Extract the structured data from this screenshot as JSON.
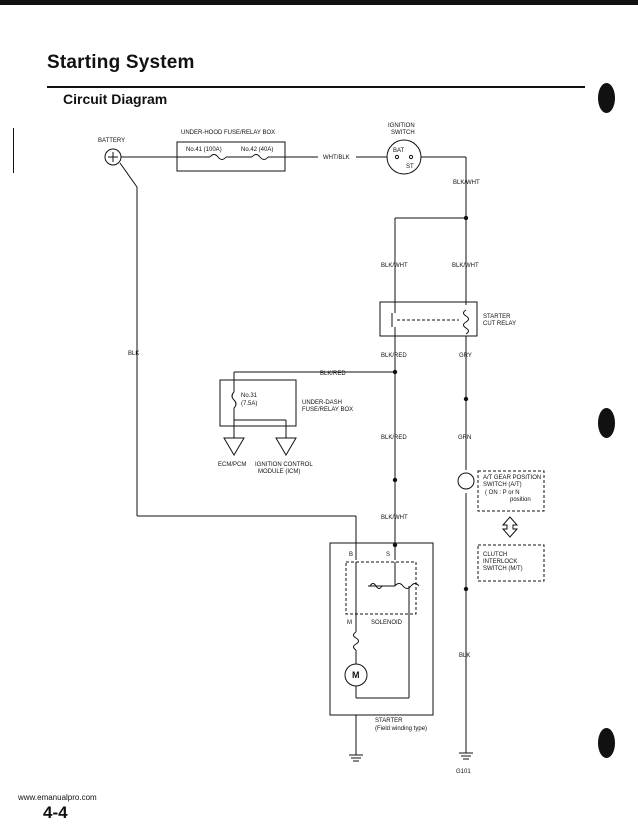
{
  "header": {
    "title": "Starting System",
    "subtitle": "Circuit Diagram"
  },
  "diagram": {
    "labels": {
      "battery": "BATTERY",
      "under_hood_box": "UNDER-HOOD FUSE/RELAY BOX",
      "fuse_41": "No.41 (100A)",
      "fuse_42": "No.42 (40A)",
      "ignition_switch_1": "IGNITION",
      "ignition_switch_2": "SWITCH",
      "bat": "BAT",
      "st": "ST",
      "wht_blk": "WHT/BLK",
      "blk_wht_1": "BLK/WHT",
      "blk_wht_2": "BLK/WHT",
      "blk_wht_3": "BLK/WHT",
      "blk_wht_4": "BLK/WHT",
      "starter_cut_relay_1": "STARTER",
      "starter_cut_relay_2": "CUT RELAY",
      "blk_1": "BLK",
      "blk_red_1": "BLK/RED",
      "blk_red_2": "BLK/RED",
      "blk_red_3": "BLK/RED",
      "gry": "GRY",
      "fuse_31_1": "No.31",
      "fuse_31_2": "(7.5A)",
      "under_dash_box_1": "UNDER-DASH",
      "under_dash_box_2": "FUSE/RELAY BOX",
      "ecm_pcm": "ECM/PCM",
      "icm_1": "IGNITION CONTROL",
      "icm_2": "MODULE (ICM)",
      "grn": "GRN",
      "at_switch_1": "A/T GEAR POSITION",
      "at_switch_2": "SWITCH (A/T)",
      "at_switch_3": "( ON : P or N",
      "at_switch_4": "position",
      "clutch_1": "CLUTCH",
      "clutch_2": "INTERLOCK",
      "clutch_3": "SWITCH (M/T)",
      "terminal_b": "B",
      "terminal_s": "S",
      "terminal_m": "M",
      "solenoid": "SOLENOID",
      "motor": "M",
      "starter_1": "STARTER",
      "starter_2": "(Field winding type)",
      "blk_2": "BLK",
      "g101": "G101"
    }
  },
  "footer": {
    "url": "www.emanualpro.com",
    "page_number": "4-4"
  }
}
